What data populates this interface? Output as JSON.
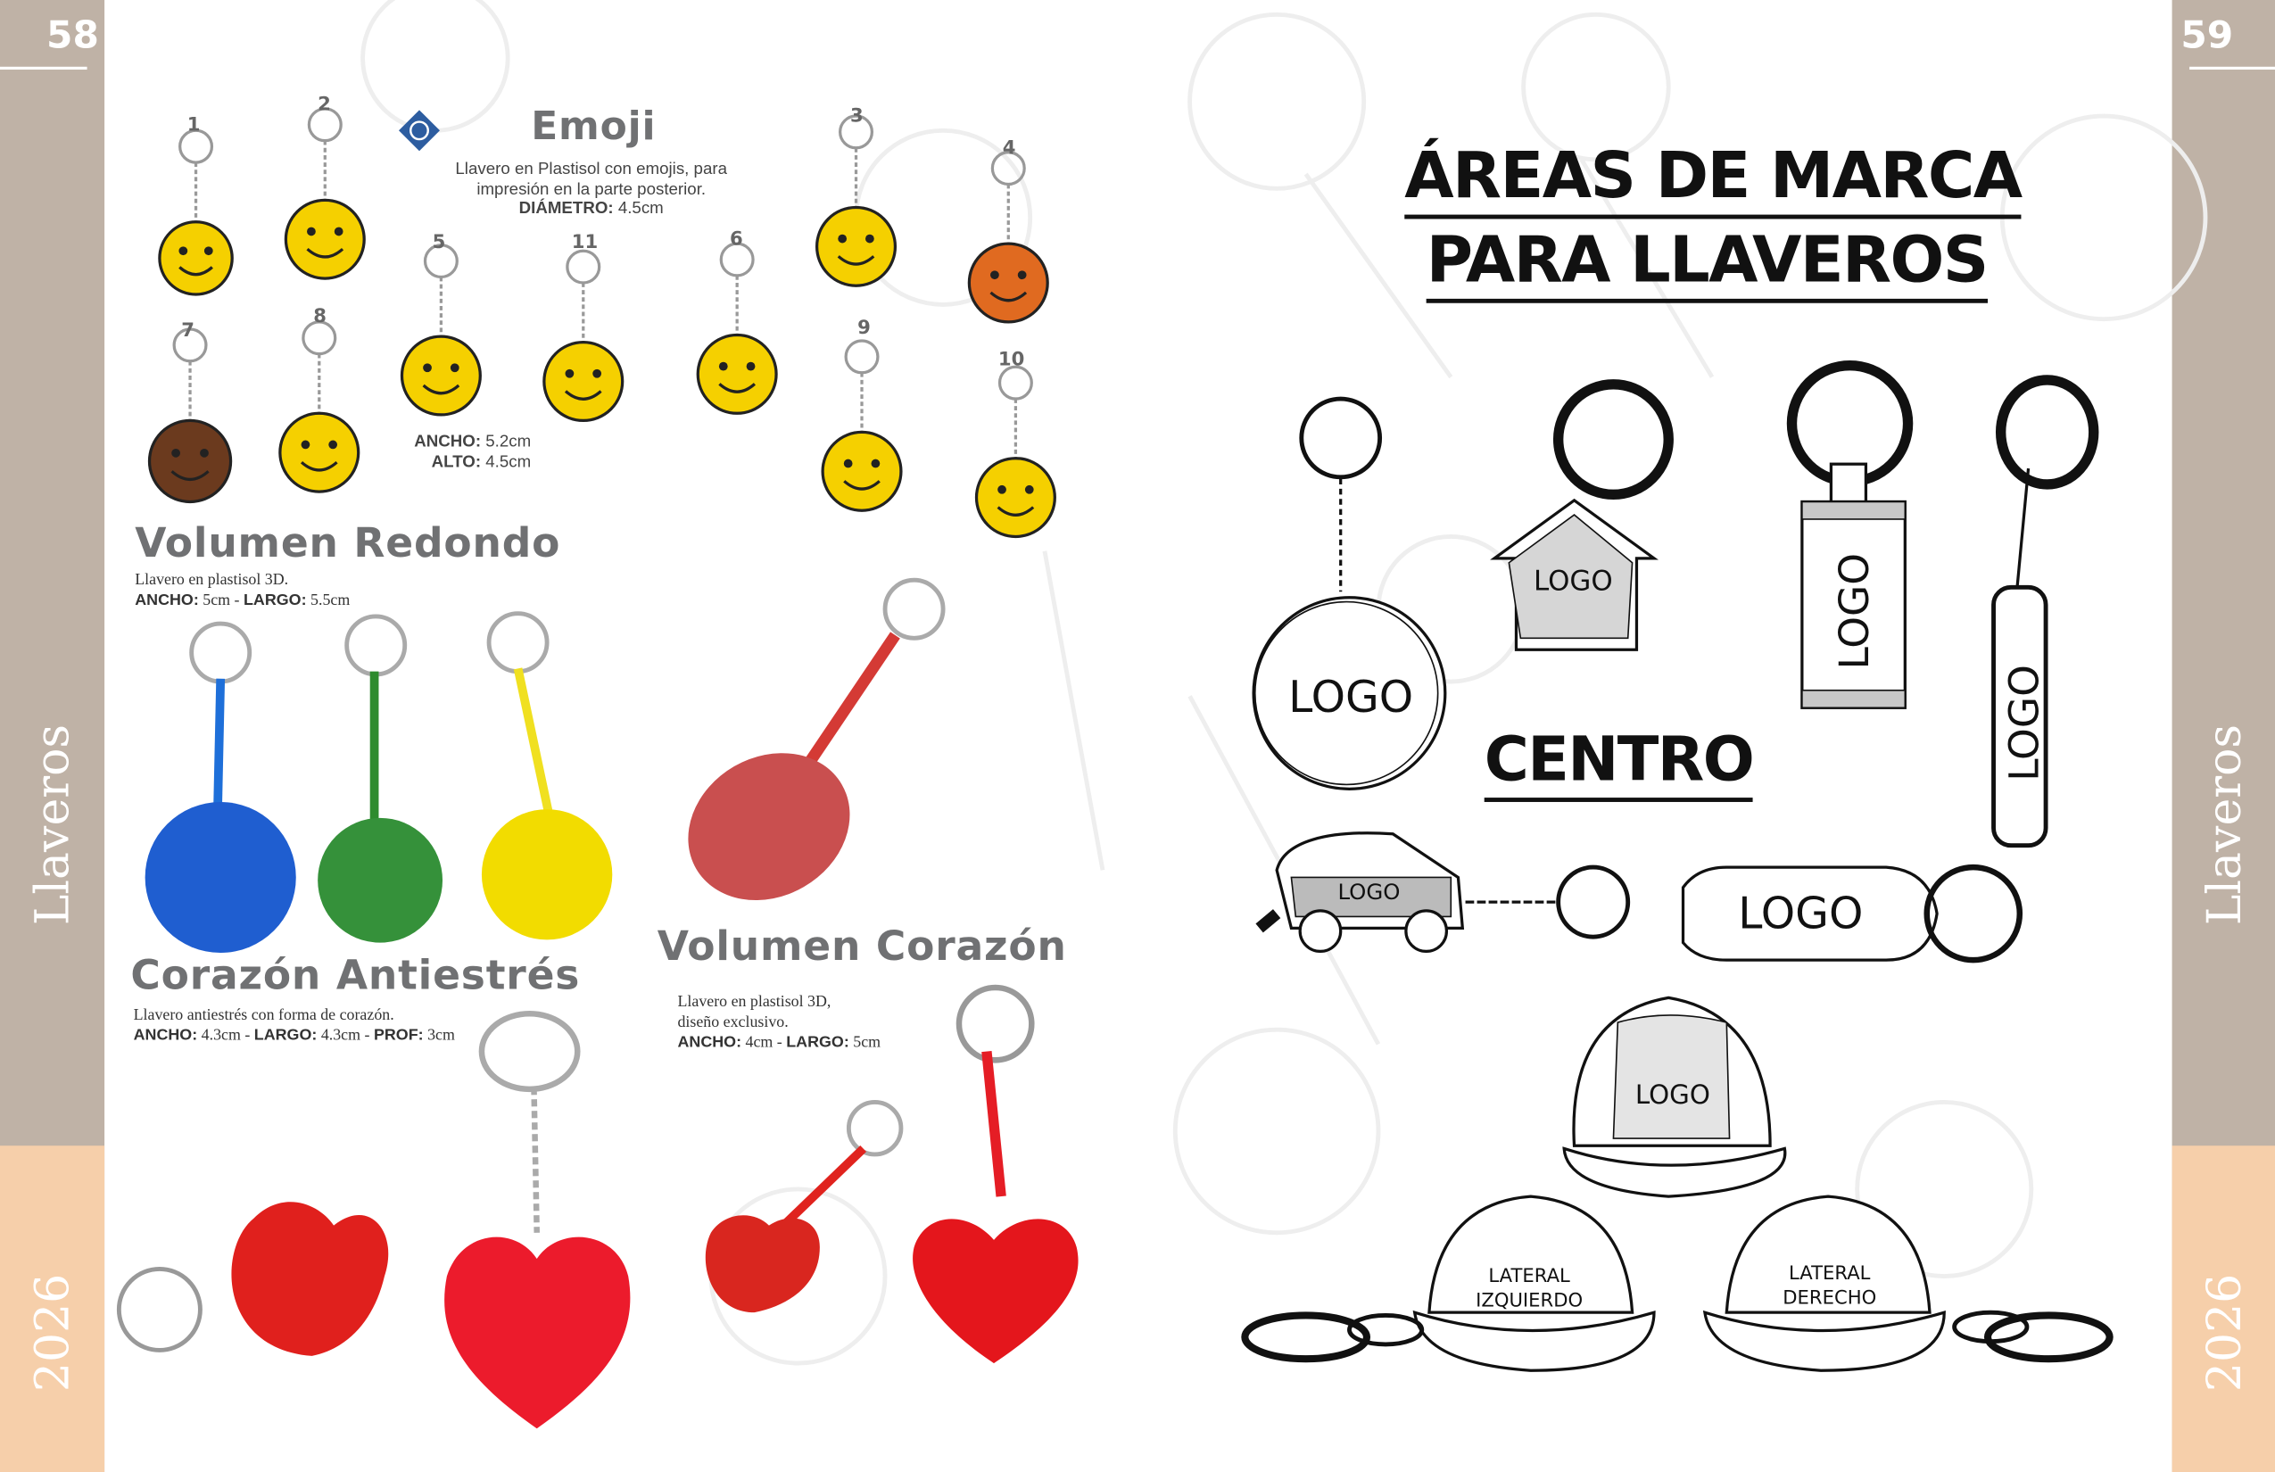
{
  "left_page": {
    "page_number": "58",
    "side_label": "Llaveros",
    "year": "2026",
    "emoji": {
      "title": "Emoji",
      "desc_line1": "Llavero en Plastisol con emojis, para",
      "desc_line2": "impresión en la parte posterior.",
      "diam_label": "DIÁMETRO:",
      "diam_value": "4.5cm",
      "numbers": [
        "1",
        "2",
        "3",
        "4",
        "5",
        "11",
        "6",
        "7",
        "8",
        "9",
        "10"
      ],
      "ancho_label": "ANCHO:",
      "ancho_value": "5.2cm",
      "alto_label": "ALTO:",
      "alto_value": "4.5cm"
    },
    "volumen_redondo": {
      "title": "Volumen Redondo",
      "desc": "Llavero en plastisol 3D.",
      "ancho_label": "ANCHO:",
      "ancho_value": "5cm - ",
      "largo_label": "LARGO:",
      "largo_value": "5.5cm"
    },
    "corazon_antiestres": {
      "title": "Corazón  Antiestrés",
      "desc": "Llavero antiestrés con forma de corazón.",
      "ancho_label": "ANCHO:",
      "ancho_value": "4.3cm - ",
      "largo_label": "LARGO:",
      "largo_value": "4.3cm - ",
      "prof_label": "PROF:",
      "prof_value": "3cm"
    },
    "volumen_corazon": {
      "title": "Volumen Corazón",
      "desc_line1": "Llavero en plastisol 3D,",
      "desc_line2": "diseño exclusivo.",
      "ancho_label": "ANCHO:",
      "ancho_value": "4cm - ",
      "largo_label": "LARGO:",
      "largo_value": "5cm"
    },
    "colors": {
      "sidebar": "#bfb2a6",
      "peach": "#f6cfaa",
      "title_gray": "#707173"
    }
  },
  "right_page": {
    "page_number": "59",
    "side_label": "Llaveros",
    "year": "2026",
    "title_line1": "ÁREAS DE MARCA",
    "title_line2": "PARA LLAVEROS",
    "centro": "CENTRO",
    "logo": "LOGO",
    "lateral_izq_1": "LATERAL",
    "lateral_izq_2": "IZQUIERDO",
    "lateral_der_1": "LATERAL",
    "lateral_der_2": "DERECHO"
  }
}
